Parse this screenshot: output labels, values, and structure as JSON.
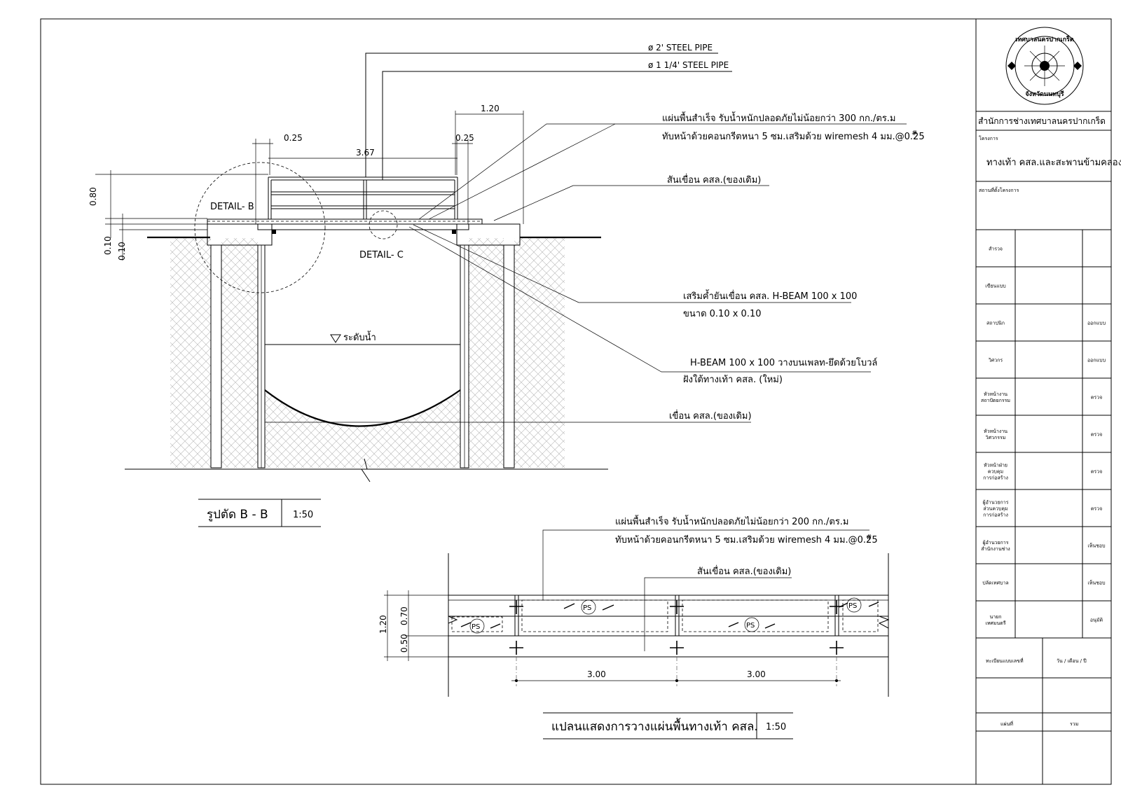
{
  "section": {
    "pipe_labels": [
      "ø 2' STEEL PIPE",
      "ø 1 1/4' STEEL PIPE"
    ],
    "dims": {
      "top_width": "1.20",
      "left_pad": "0.25",
      "right_pad": "0.25",
      "span": "3.67",
      "rail_height": "0.80",
      "slab_a": "0.10",
      "slab_b": "0.10"
    },
    "detail_b": "DETAIL- B",
    "detail_c": "DETAIL- C",
    "water_level": "ระดับน้ำ",
    "note_slab_1": "แผ่นพื้นสำเร็จ รับน้ำหนักปลอดภัยไม่น้อยกว่า 300 กก./ตร.ม",
    "note_slab_2": "ทับหน้าด้วยคอนกรีตหนา 5 ซม.เสริมด้วย wiremesh 4 มม.@0.25",
    "note_ridge": "สันเขื่อน คสล.(ของเดิม)",
    "note_beam_1": "เสริมค้ำยันเขื่อน คสล. H-BEAM 100 x 100",
    "note_beam_2": "ขนาด 0.10 x 0.10",
    "note_hbeam_1": "H-BEAM 100 x 100 วางบนเพลท-ยึดด้วยโบวล์",
    "note_hbeam_2": "ฝังใต้ทางเท้า คสล. (ใหม่)",
    "note_dam": "เขื่อน คสล.(ของเดิม)",
    "caption": "รูปตัด B - B",
    "scale": "1:50"
  },
  "plan": {
    "note_slab_1": "แผ่นพื้นสำเร็จ รับน้ำหนักปลอดภัยไม่น้อยกว่า 200 กก./ตร.ม",
    "note_slab_2": "ทับหน้าด้วยคอนกรีตหนา 5 ซม.เสริมด้วย wiremesh 4 มม.@0.25",
    "note_ridge": "สันเขื่อน คสล.(ของเดิม)",
    "ps": "PS",
    "dims": {
      "total": "1.20",
      "upper": "0.70",
      "lower": "0.50",
      "span1": "3.00",
      "span2": "3.00"
    },
    "caption": "แปลนแสดงการวางแผ่นพื้นทางเท้า คสล.",
    "scale": "1:50"
  },
  "title_block": {
    "seal_top": "เทศบาลนครปากเกร็ด",
    "seal_bottom": "จังหวัดนนทบุรี",
    "office": "สำนักการช่างเทศบาลนครปากเกร็ด",
    "project_label": "โครงการ",
    "project_name": "ทางเท้า คสล.และสะพานข้ามคลอง",
    "location_label": "สถานที่ตั้งโครงการ",
    "rows": [
      {
        "label": "สำรวจ",
        "role": ""
      },
      {
        "label": "เขียนแบบ",
        "role": ""
      },
      {
        "label": "สถาปนิก",
        "role": "ออกแบบ"
      },
      {
        "label": "วิศวกร",
        "role": "ออกแบบ"
      },
      {
        "label": "หัวหน้างาน สถาปัตยกรรม",
        "role": "ตรวจ"
      },
      {
        "label": "หัวหน้างาน วิศวกรรม",
        "role": "ตรวจ"
      },
      {
        "label": "หัวหน้าฝ่าย ควบคุม การก่อสร้าง",
        "role": "ตรวจ"
      },
      {
        "label": "ผู้อำนวยการ ส่วนควบคุม การก่อสร้าง",
        "role": "ตรวจ"
      },
      {
        "label": "ผู้อำนวยการ สำนักงานช่าง",
        "role": "เห็นชอบ"
      },
      {
        "label": "ปลัดเทศบาล",
        "role": "เห็นชอบ"
      },
      {
        "label": "นายก เทศมนตรี",
        "role": "อนุมัติ"
      }
    ],
    "reg_label": "ทะเบียนแบบเลขที่",
    "date_label": "วัน / เดือน / ปี",
    "sheet_label": "แผ่นที่",
    "total_label": "รวม"
  }
}
